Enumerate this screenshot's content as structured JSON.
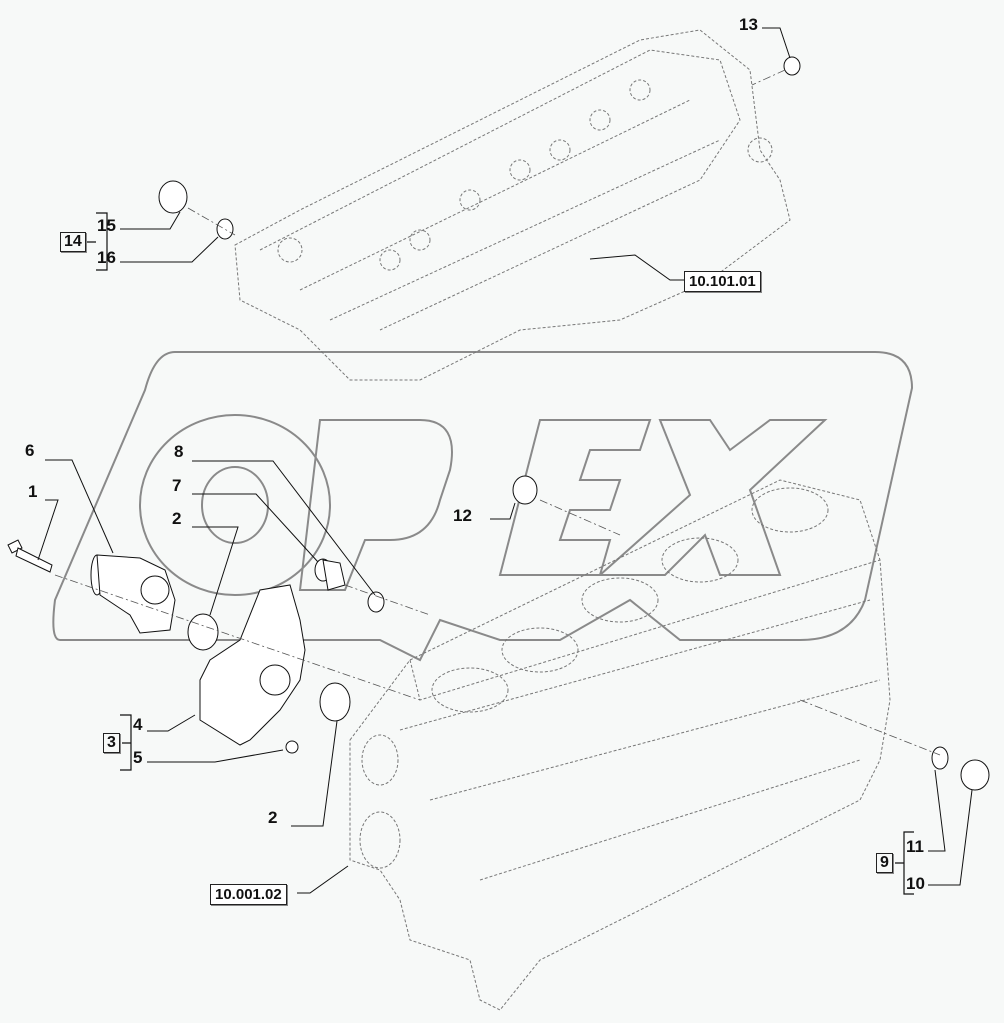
{
  "diagram": {
    "type": "exploded-parts-diagram",
    "colors": {
      "background": "#f7f9f8",
      "line": "#111111",
      "hidden_line": "#777777",
      "watermark": "#8a8a8a"
    },
    "watermark": {
      "text": "OPEX"
    },
    "assemblies": {
      "cylinder_head": {
        "reference": "10.101.01"
      },
      "engine_block": {
        "reference": "10.001.02"
      }
    },
    "callouts": [
      {
        "id": "c1",
        "label": "1",
        "part": "bolt"
      },
      {
        "id": "c2a",
        "label": "2",
        "part": "seal-ring"
      },
      {
        "id": "c2b",
        "label": "2",
        "part": "seal-ring"
      },
      {
        "id": "c4",
        "label": "4",
        "part": "housing"
      },
      {
        "id": "c5",
        "label": "5",
        "part": "dowel-pin"
      },
      {
        "id": "c6",
        "label": "6",
        "part": "water-outlet-fitting"
      },
      {
        "id": "c7",
        "label": "7",
        "part": "fitting"
      },
      {
        "id": "c8",
        "label": "8",
        "part": "o-ring"
      },
      {
        "id": "c10",
        "label": "10",
        "part": "plug"
      },
      {
        "id": "c11",
        "label": "11",
        "part": "washer"
      },
      {
        "id": "c12",
        "label": "12",
        "part": "plug"
      },
      {
        "id": "c13",
        "label": "13",
        "part": "plug"
      },
      {
        "id": "c15",
        "label": "15",
        "part": "plug"
      },
      {
        "id": "c16",
        "label": "16",
        "part": "washer"
      }
    ],
    "groups": [
      {
        "id": "g3",
        "label": "3",
        "members": [
          "4",
          "5"
        ]
      },
      {
        "id": "g9",
        "label": "9",
        "members": [
          "11",
          "10"
        ]
      },
      {
        "id": "g14",
        "label": "14",
        "members": [
          "15",
          "16"
        ]
      }
    ]
  }
}
